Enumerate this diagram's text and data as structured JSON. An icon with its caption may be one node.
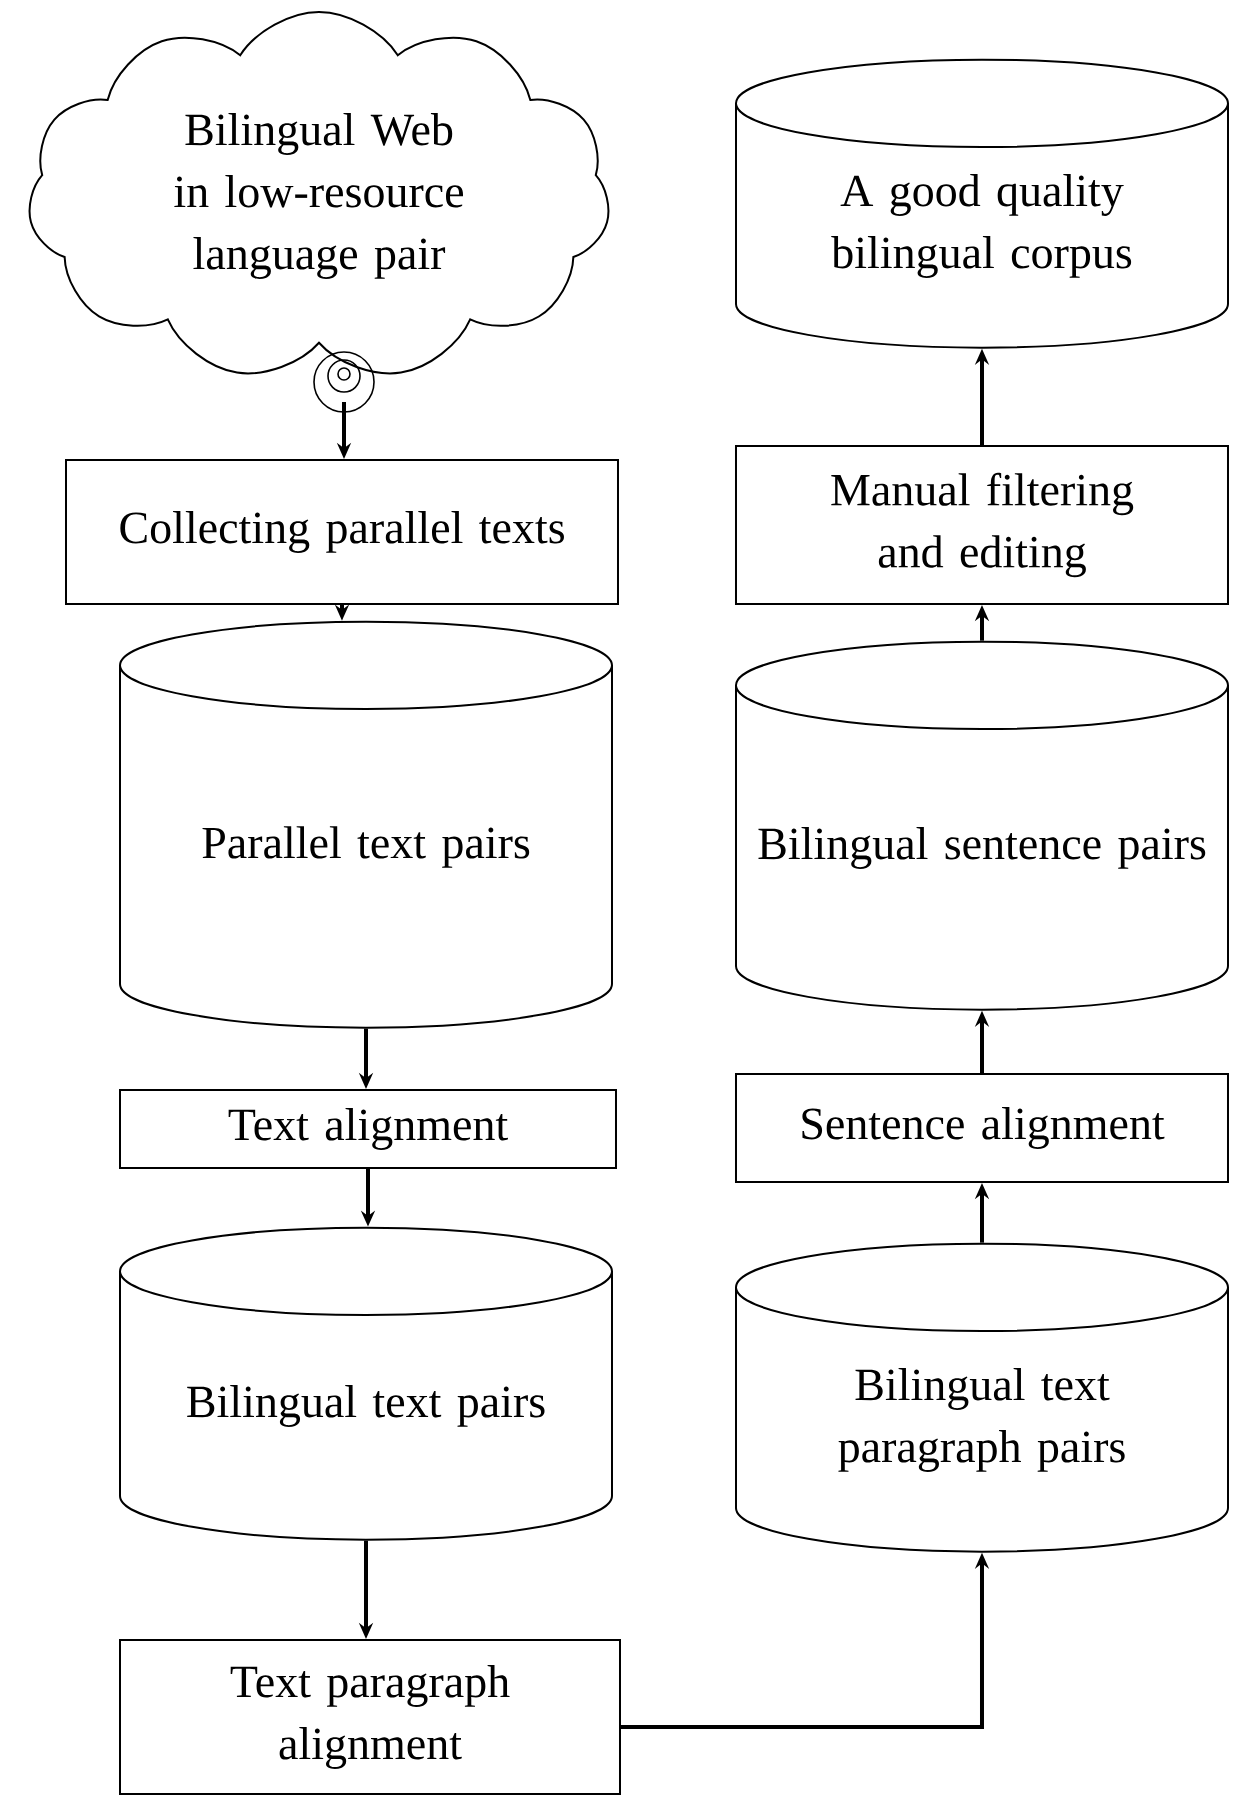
{
  "diagram": {
    "nodes": [
      {
        "text": [
          "Bilingual Web in low-resource language pair"
        ]
      },
      {
        "text": [
          "Collecting parallel texts"
        ]
      },
      {
        "text": [
          "Parallel text pairs"
        ]
      },
      {
        "text": [
          "Text alignment"
        ]
      },
      {
        "text": [
          "Bilingual text pairs"
        ]
      },
      {
        "text": [
          "Text paragraph alignment"
        ]
      },
      {
        "text": [
          "Bilingual text paragraph pairs"
        ]
      },
      {
        "text": [
          "Sentence alignment"
        ]
      },
      {
        "text": [
          "Bilingual sentence pairs"
        ]
      },
      {
        "text": [
          "Manual filtering and editing"
        ]
      },
      {
        "text": [
          "A good quality bilingual corpus"
        ]
      }
    ],
    "edges": [
      {
        "from": 0,
        "to": 1,
        "arrow": "to"
      },
      {
        "from": 1,
        "to": 2,
        "arrow": "to"
      },
      {
        "from": 2,
        "to": 3,
        "arrow": "to"
      },
      {
        "from": 3,
        "to": 4,
        "arrow": "to"
      },
      {
        "from": 4,
        "to": 5,
        "arrow": "to"
      },
      {
        "from": 5,
        "to": 6,
        "arrow": "to"
      },
      {
        "from": 6,
        "to": 7,
        "arrow": "to"
      },
      {
        "from": 7,
        "to": 8,
        "arrow": "to"
      },
      {
        "from": 8,
        "to": 9,
        "arrow": "to"
      },
      {
        "from": 9,
        "to": 10,
        "arrow": "to"
      }
    ]
  }
}
